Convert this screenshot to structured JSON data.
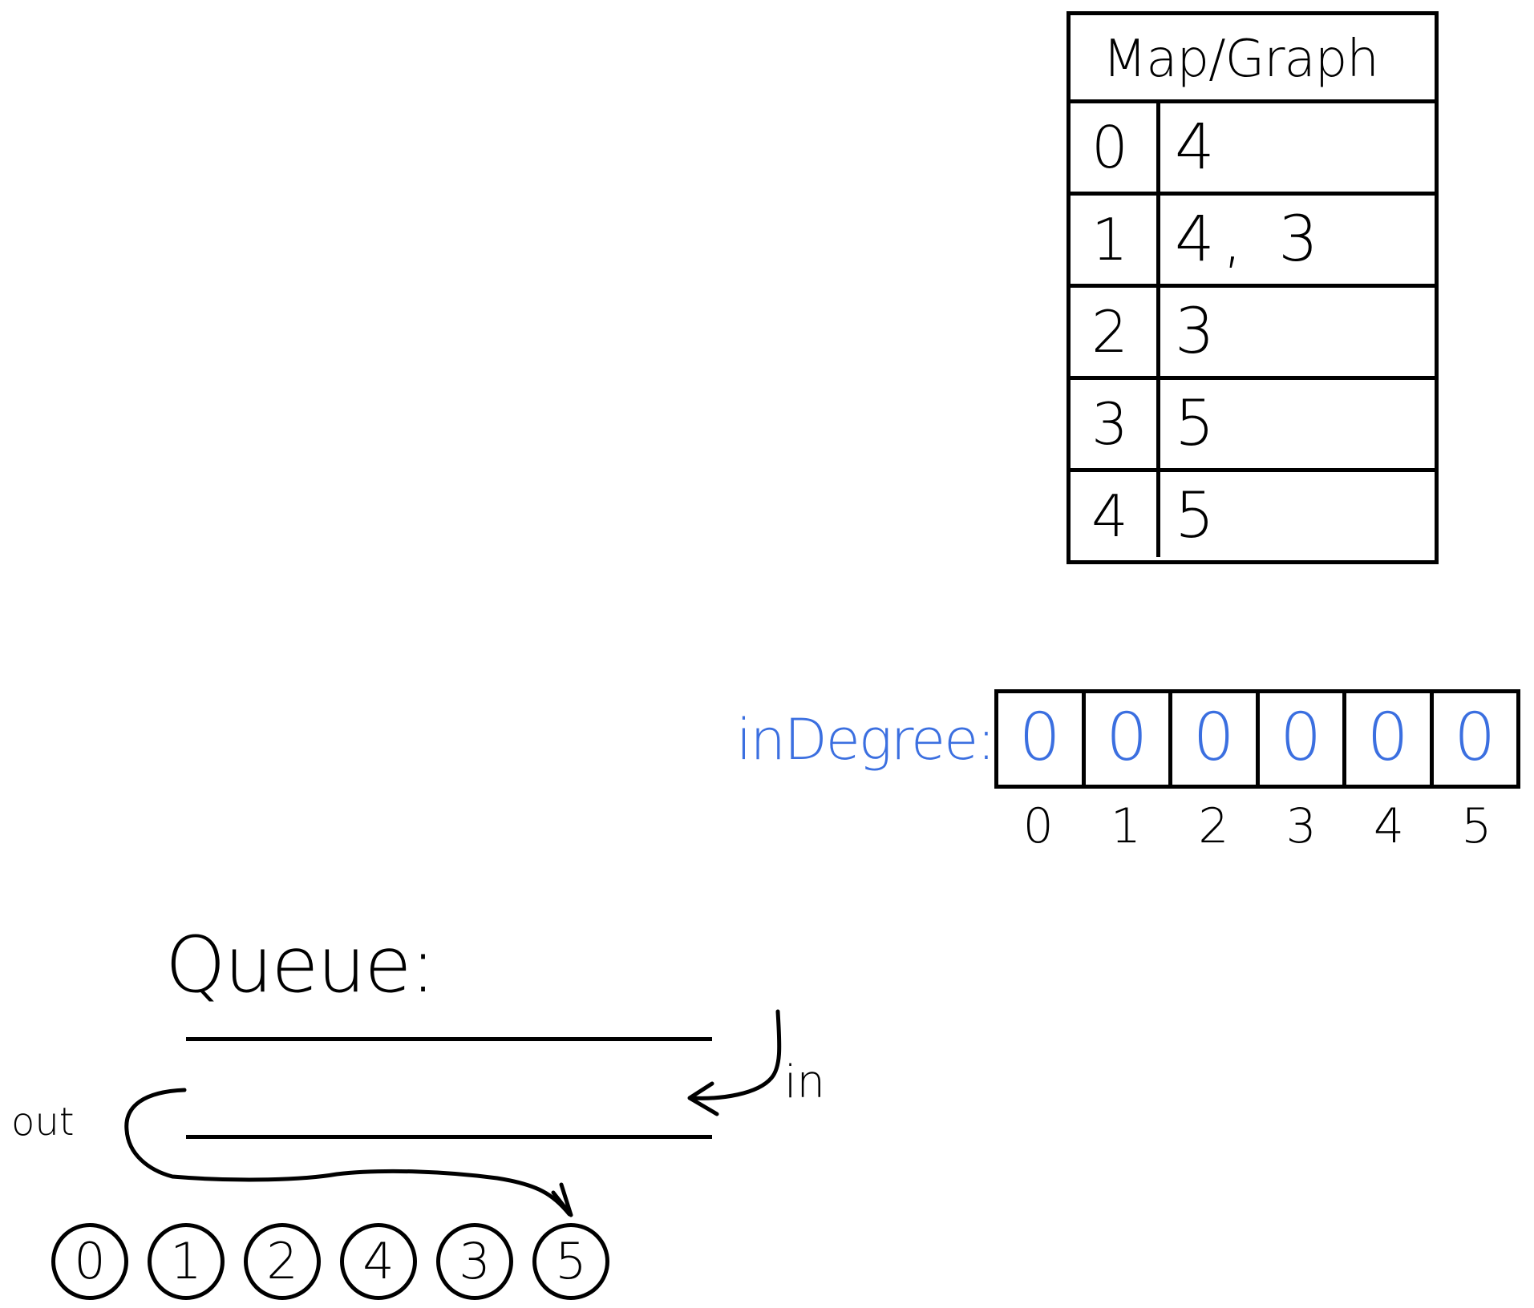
{
  "graph": {
    "title": "Map/Graph",
    "rows": [
      {
        "key": "0",
        "value": "4"
      },
      {
        "key": "1",
        "value": "4, 3"
      },
      {
        "key": "2",
        "value": "3"
      },
      {
        "key": "3",
        "value": "5"
      },
      {
        "key": "4",
        "value": "5"
      }
    ]
  },
  "indegree": {
    "label": "inDegree:",
    "values": [
      "0",
      "0",
      "0",
      "0",
      "0",
      "0"
    ],
    "indices": [
      "0",
      "1",
      "2",
      "3",
      "4",
      "5"
    ],
    "color": "#3b6fe0"
  },
  "queue": {
    "label": "Queue:",
    "in_label": "in",
    "out_label": "out"
  },
  "result": {
    "order": [
      "0",
      "1",
      "2",
      "4",
      "3",
      "5"
    ]
  }
}
